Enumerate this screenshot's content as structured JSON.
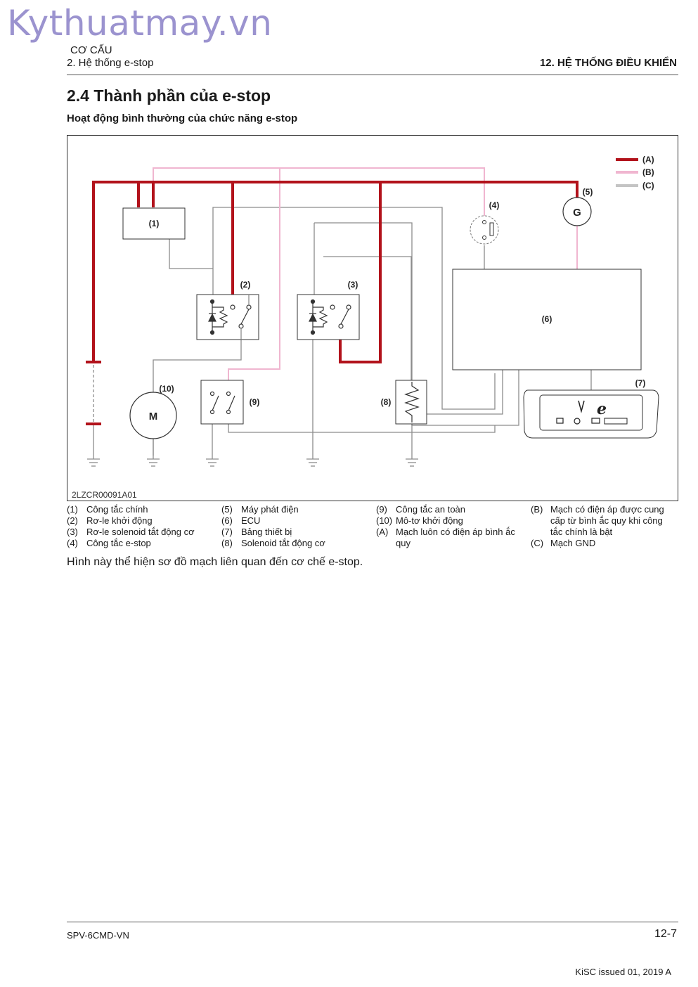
{
  "watermark": "Kythuatmay.vn",
  "header": {
    "category": "CƠ CẤU",
    "section": "2. Hệ thống e-stop",
    "chapter": "12. HỆ THỐNG ĐIỀU KHIỂN"
  },
  "title": "2.4 Thành phần của e-stop",
  "subtitle": "Hoạt động bình thường của chức năng e-stop",
  "figure": {
    "code": "2LZCR00091A01",
    "labels": {
      "c1": "(1)",
      "c2": "(2)",
      "c3": "(3)",
      "c4": "(4)",
      "c5": "(5)",
      "c6": "(6)",
      "c7": "(7)",
      "c8": "(8)",
      "c9": "(9)",
      "c10": "(10)",
      "gen": "G",
      "motor": "M",
      "ecu_e": "e"
    },
    "key": {
      "a": "(A)",
      "b": "(B)",
      "c": "(C)"
    },
    "colors": {
      "a": "#b2121b",
      "b": "#f0b6d0",
      "c": "#8c8c8c"
    }
  },
  "legend": [
    {
      "num": "(1)",
      "text": "Công tắc chính"
    },
    {
      "num": "(2)",
      "text": "Rơ-le khởi động"
    },
    {
      "num": "(3)",
      "text": "Rơ-le solenoid tắt động cơ"
    },
    {
      "num": "(4)",
      "text": "Công tắc e-stop"
    },
    {
      "num": "(5)",
      "text": "Máy phát điện"
    },
    {
      "num": "(6)",
      "text": "ECU"
    },
    {
      "num": "(7)",
      "text": "Bảng thiết bị"
    },
    {
      "num": "(8)",
      "text": "Solenoid tắt động cơ"
    },
    {
      "num": "(9)",
      "text": "Công tắc an toàn"
    },
    {
      "num": "(10)",
      "text": "Mô-tơ khởi động"
    },
    {
      "num": "(A)",
      "text": "Mạch luôn có điện áp bình ắc quy"
    },
    {
      "num": "(B)",
      "text": "Mạch có điện áp được cung cấp từ bình ắc quy khi công tắc chính là bật"
    },
    {
      "num": "(C)",
      "text": "Mạch GND"
    }
  ],
  "caption": "Hình này thể hiện sơ đồ mạch liên quan đến cơ chế e-stop.",
  "footer": {
    "doc_code": "SPV-6CMD-VN",
    "page": "12-7",
    "issue": "KiSC issued 01, 2019 A"
  }
}
